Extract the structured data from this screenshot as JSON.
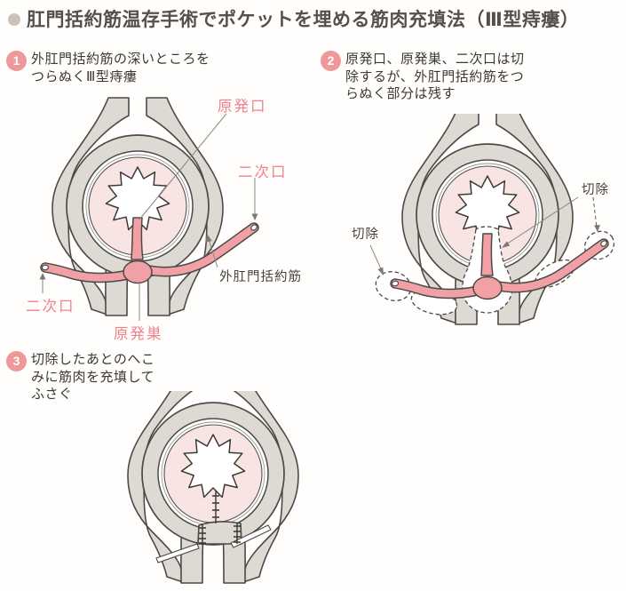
{
  "title": {
    "text": "肛門括約筋温存手術でポケットを埋める筋肉充填法（Ⅲ型痔瘻）",
    "bullet_icon": "circle-bullet"
  },
  "colors": {
    "badge_pink": "#ef989a",
    "label_pink": "#ee8289",
    "muscle_gray": "#dcdad2",
    "outline": "#4d4a46",
    "mucosa_pale_pink": "#f9e4e4",
    "fistula_pink": "#f1a0a6",
    "title_text": "#57504a",
    "caption_text": "#3b3835"
  },
  "panels": [
    {
      "number": "1",
      "caption_lines": [
        "外肛門括約筋の深いところを",
        "つらぬくⅢ型痔瘻"
      ],
      "labels": {
        "primary_opening": "原発口",
        "secondary_opening_right": "二次口",
        "external_sphincter": "外肛門括約筋",
        "secondary_opening_left": "二次口",
        "primary_focus": "原発巣"
      }
    },
    {
      "number": "2",
      "caption_lines": [
        "原発口、原発巣、二次口は切",
        "除するが、外肛門括約筋をつ",
        "らぬく部分は残す"
      ],
      "labels": {
        "excision_left": "切除",
        "excision_right": "切除"
      }
    },
    {
      "number": "3",
      "caption_lines": [
        "切除したあとのへこ",
        "みに筋肉を充填して",
        "ふさぐ"
      ]
    }
  ]
}
